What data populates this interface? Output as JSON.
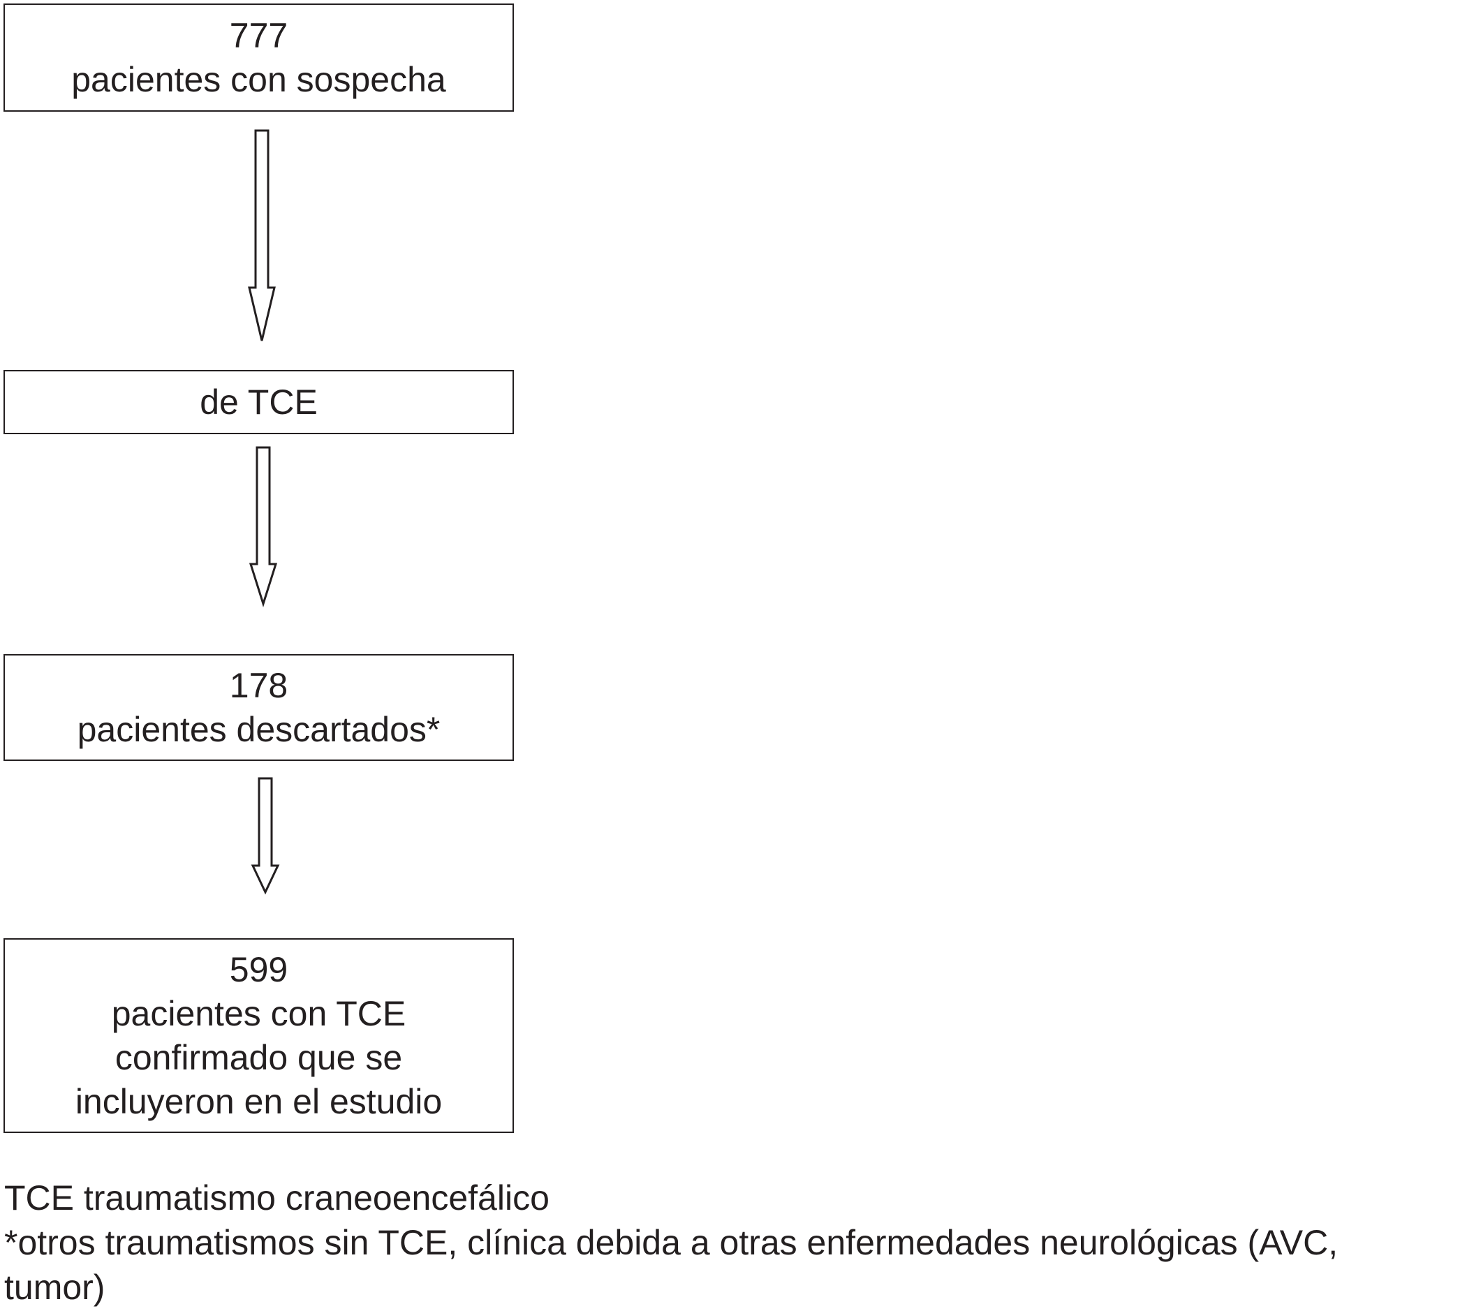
{
  "flowchart": {
    "steps": [
      {
        "count": "777",
        "lines": [
          "pacientes con sospecha"
        ]
      },
      {
        "count": "",
        "lines": [
          "de TCE"
        ]
      },
      {
        "count": "178",
        "lines": [
          "pacientes descartados*"
        ]
      },
      {
        "count": "599",
        "lines": [
          "pacientes con TCE",
          "confirmado que se",
          "incluyeron en el estudio"
        ]
      }
    ],
    "arrow_style": "hollow-down-arrow"
  },
  "footnotes": {
    "abbreviation": "TCE traumatismo craneoencefálico",
    "asterisk_line1": "*otros traumatismos sin TCE, clínica debida a otras enfermedades neurológicas (AVC,",
    "asterisk_line2": "tumor)"
  },
  "colors": {
    "stroke": "#231f20",
    "text": "#231f20",
    "background": "#ffffff"
  }
}
